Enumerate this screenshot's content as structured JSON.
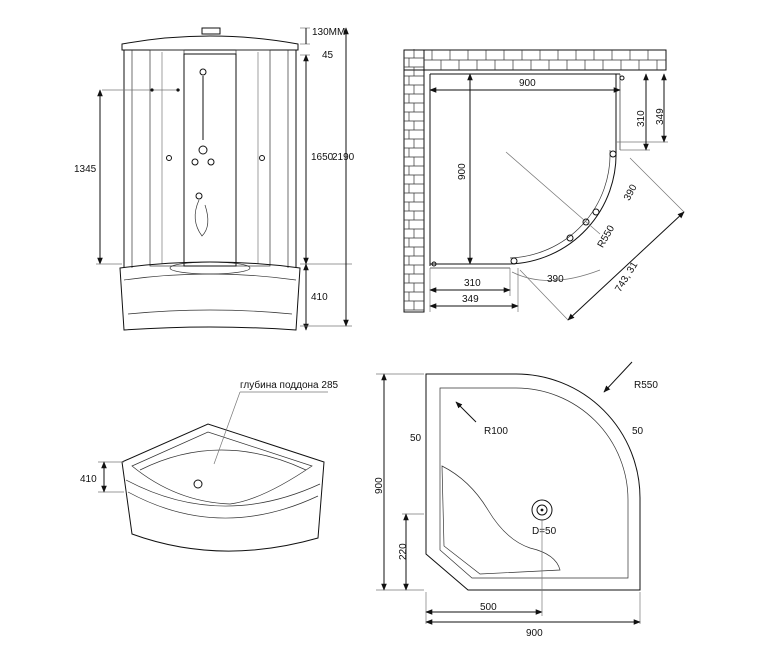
{
  "front_view": {
    "dim_roof": "130MM",
    "dim_45": "45",
    "dim_1345": "1345",
    "dim_1650": "1650",
    "dim_2190": "2190",
    "dim_410": "410"
  },
  "plan_view": {
    "dim_900_top": "900",
    "dim_900_left": "900",
    "dim_310_right": "310",
    "dim_349_right": "349",
    "dim_390_right": "390",
    "dim_r550": "R550",
    "dim_390_bottom": "390",
    "dim_diag": "743, 31",
    "dim_310_bottom": "310",
    "dim_349_bottom": "349"
  },
  "tray_view": {
    "depth_label": "глубина поддона 285",
    "dim_410": "410"
  },
  "tray_plan": {
    "dim_900_left": "900",
    "dim_r550": "R550",
    "dim_r100": "R100",
    "dim_50_left": "50",
    "dim_50_right": "50",
    "dim_drain": "D=50",
    "dim_220": "220",
    "dim_500": "500",
    "dim_900_bottom": "900"
  }
}
